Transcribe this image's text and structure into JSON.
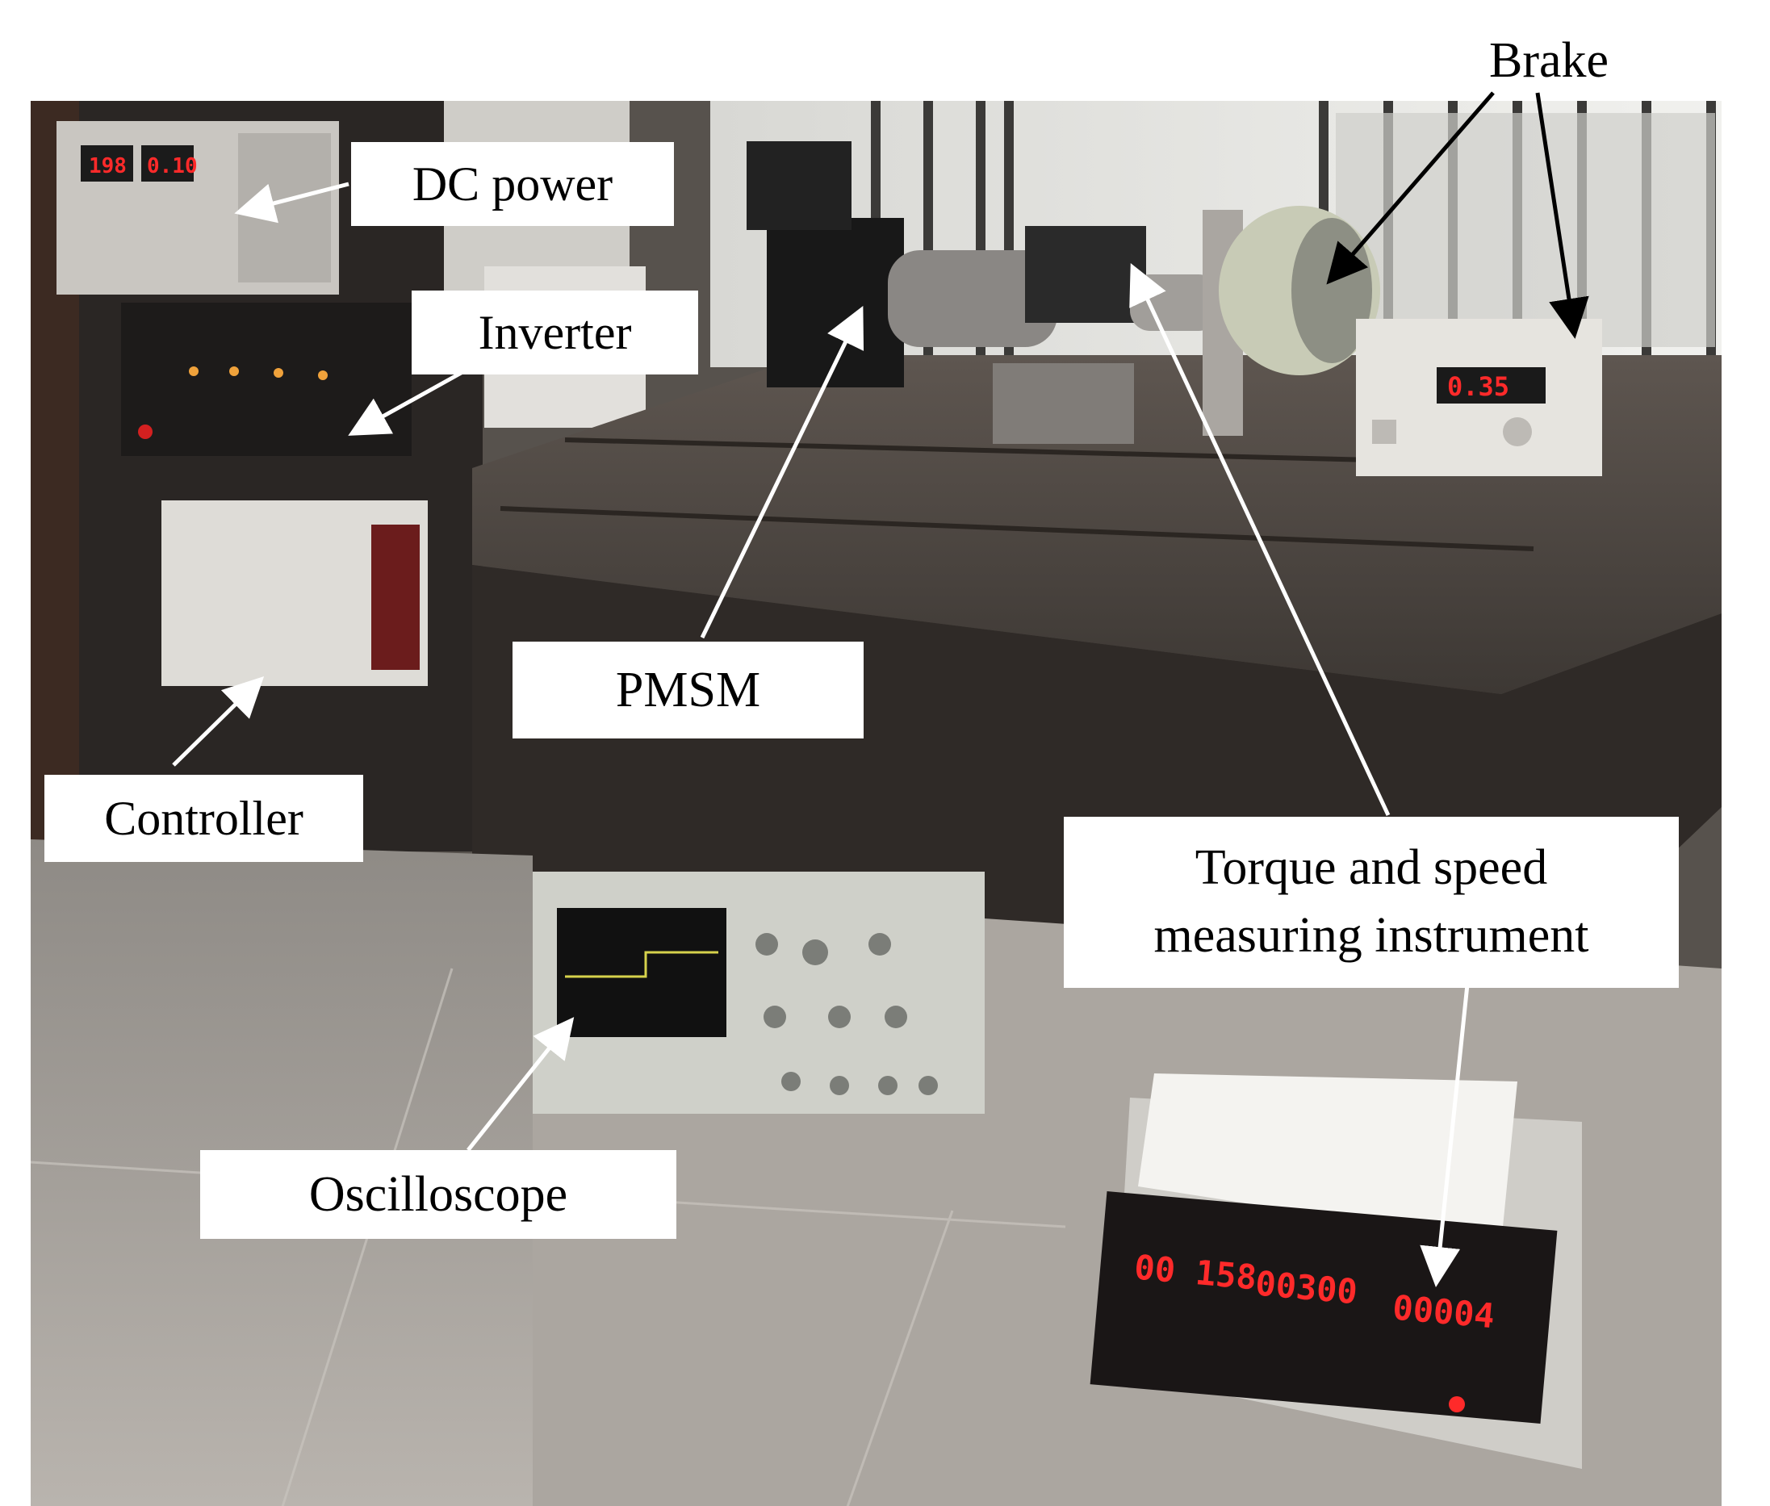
{
  "figure": {
    "background": "#ffffff",
    "photo_border": "#000000"
  },
  "labels": {
    "dc_power": "DC power",
    "inverter": "Inverter",
    "controller": "Controller",
    "pmsm": "PMSM",
    "oscilloscope": "Oscilloscope",
    "brake": "Brake",
    "torque_line1": "Torque and speed",
    "torque_line2": "measuring instrument"
  },
  "displays": {
    "brake_controller": "0.35",
    "meter_left": "00 158",
    "meter_middle": "00300",
    "meter_right": "00004",
    "dc_left": "198",
    "dc_right": "0.10"
  },
  "colors": {
    "led_red": "#ff2a2a",
    "arrow": "#ffffff",
    "arrow_brake": "#000000"
  }
}
